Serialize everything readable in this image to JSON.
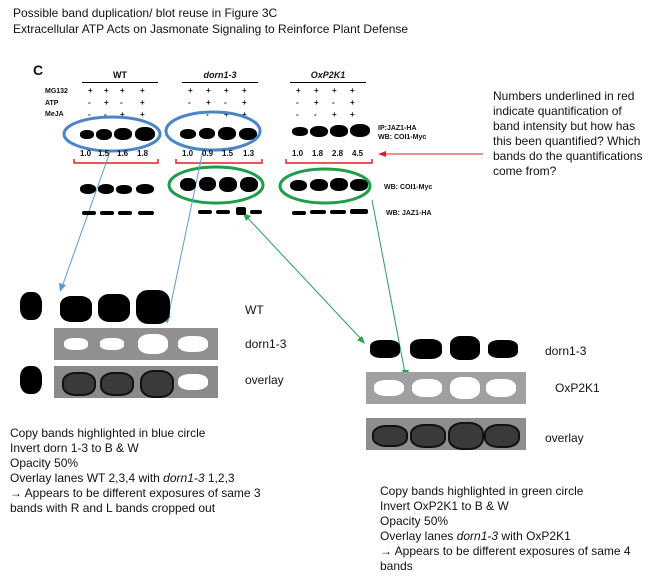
{
  "header": {
    "line1": "Possible band duplication/ blot reuse in Figure 3C",
    "line2": "Extracellular ATP Acts on Jasmonate Signaling to Reinforce Plant Defense"
  },
  "figure": {
    "panel_letter": "C",
    "groups": [
      {
        "label": "WT",
        "numbers": [
          "1.0",
          "1.5",
          "1.6",
          "1.8"
        ]
      },
      {
        "label": "dorn1-3",
        "numbers": [
          "1.0",
          "0.9",
          "1.5",
          "1.3"
        ]
      },
      {
        "label": "OxP2K1",
        "numbers": [
          "1.0",
          "1.8",
          "2.8",
          "4.5"
        ]
      }
    ],
    "rows": [
      {
        "label": "MG132",
        "signs": [
          "+",
          "+",
          "+",
          "+"
        ]
      },
      {
        "label": "ATP",
        "signs": [
          "-",
          "+",
          "-",
          "+"
        ]
      },
      {
        "label": "MeJA",
        "signs": [
          "-",
          "-",
          "+",
          "+"
        ]
      }
    ],
    "wb_ip": "IP:JAZ1-HA\nWB: COI1-Myc",
    "wb_coi": "WB: COI1-Myc",
    "wb_jaz": "WB: JAZ1-HA"
  },
  "note_right": "Numbers underlined in red indicate quantification of band intensity but how has this been quantified? Which bands do the quantifications come from?",
  "left_panel": {
    "wt_label": "WT",
    "dorn_label": "dorn1-3",
    "overlay_label": "overlay"
  },
  "right_panel": {
    "dorn_label": "dorn1-3",
    "ox_label": "OxP2K1",
    "overlay_label": "overlay"
  },
  "left_note": {
    "l1": "Copy bands highlighted in blue circle",
    "l2": "Invert dorn 1-3 to B & W",
    "l3": "Opacity 50%",
    "l4_pre": "Overlay lanes WT 2,3,4  with ",
    "l4_it": "dorn1-3",
    "l4_post": " 1,2,3",
    "l5": "→ Appears to be different exposures of same 3",
    "l6": "bands with R and L bands cropped out"
  },
  "right_note": {
    "l1": "Copy bands highlighted in green circle",
    "l2": "Invert OxP2K1 to B & W",
    "l3": "Opacity 50%",
    "l4_pre": "Overlay lanes ",
    "l4_it": "dorn1-3",
    "l4_post": "  with OxP2K1",
    "l5": "→ Appears to be different exposures of same 4",
    "l6": "bands"
  },
  "colors": {
    "blue_circle": "#4a86c5",
    "green_circle": "#1e9e4a",
    "red_line": "#e02020",
    "blue_arrow": "#5b9bd5",
    "green_arrow": "#2aa052"
  }
}
